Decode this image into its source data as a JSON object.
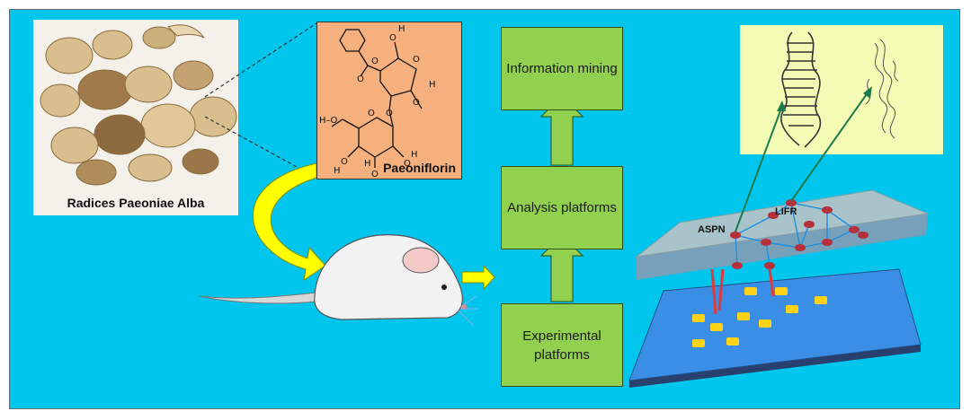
{
  "herb": {
    "label": "Radices Paeoniae Alba"
  },
  "compound": {
    "name": "Paeoniflorin",
    "atoms": {
      "o1": "O",
      "o2": "O",
      "oh1": "O",
      "h1": "H",
      "o3": "O",
      "h2": "H",
      "o4": "O",
      "ho": "H–O",
      "o5": "O",
      "o6": "O",
      "o7": "O",
      "h3": "H",
      "o8": "O",
      "h4": "H",
      "o9": "O",
      "h5": "H"
    }
  },
  "flow": {
    "top": "Information mining",
    "middle": "Analysis platforms",
    "bottom": "Experimental platforms"
  },
  "network": {
    "genes": [
      "ASPN",
      "LIFR"
    ]
  },
  "colors": {
    "background": "#00c6ee",
    "flow_box": "#92d050",
    "structure_box": "#f6b07d",
    "protein_box": "#f3fbb4",
    "curved_arrow": "#ffff00",
    "network_node": "#b5303a",
    "network_edge": "#1e8fe0",
    "pointer_arrow": "#1d7a4b"
  }
}
